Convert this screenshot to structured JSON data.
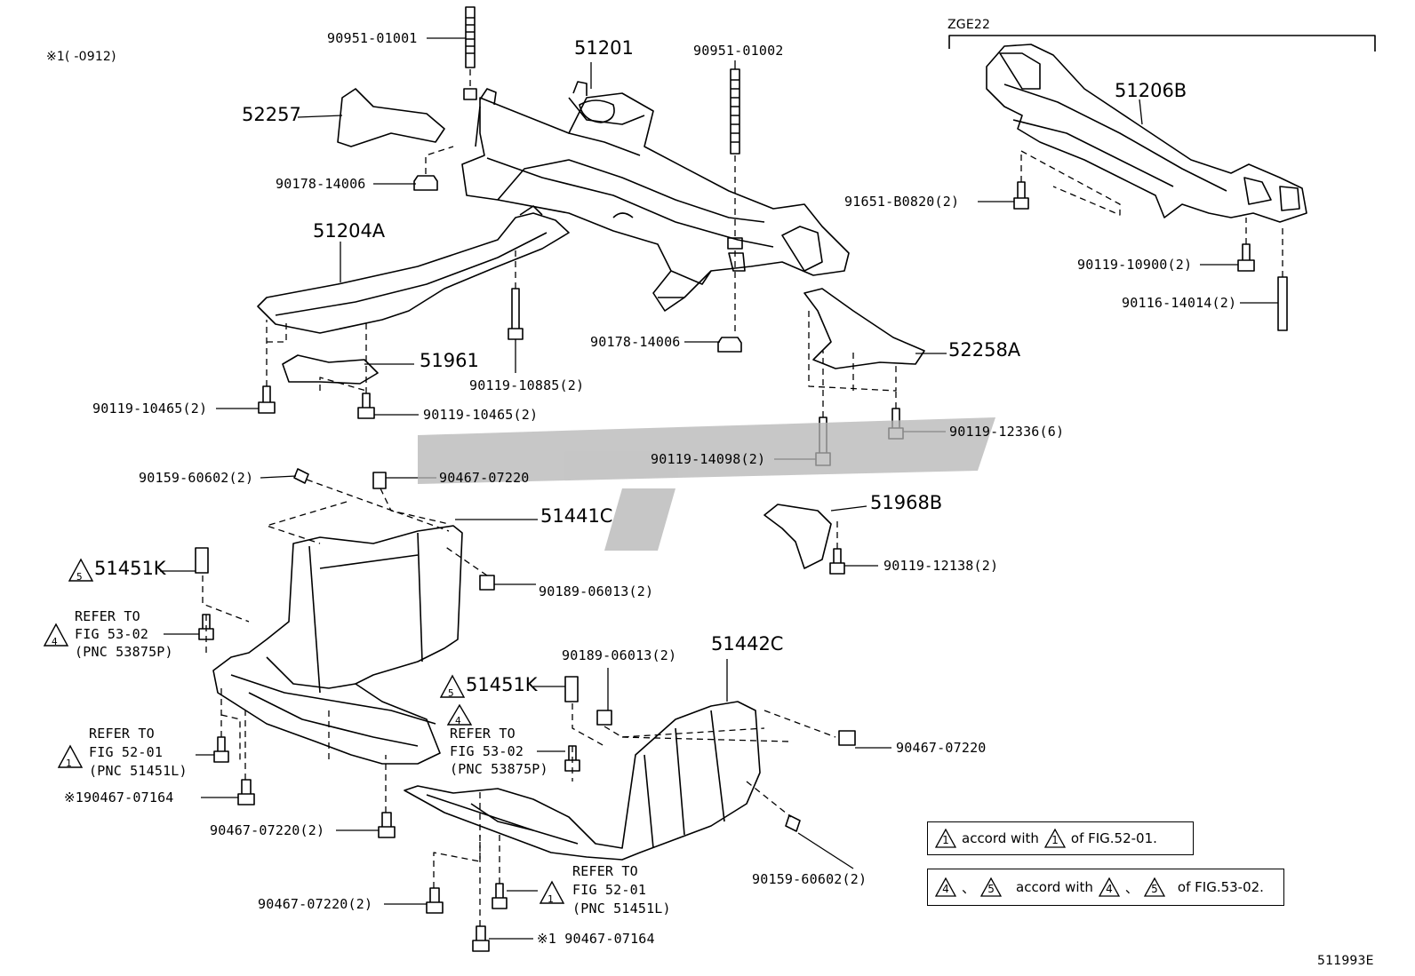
{
  "header": {
    "note_left": "※1(  -0912)",
    "model": "ZGE22",
    "diagram_id": "511993E"
  },
  "watermark": {
    "color": "#b4b4b4"
  },
  "parts": {
    "p51201": "51201",
    "p51206B": "51206B",
    "p52257": "52257",
    "p51204A": "51204A",
    "p51961": "51961",
    "p52258A": "52258A",
    "p51968B": "51968B",
    "p51441C": "51441C",
    "p51442C": "51442C",
    "p51451K_a": "51451K",
    "p51451K_b": "51451K",
    "c90951_01001": "90951-01001",
    "c90951_01002": "90951-01002",
    "c90178_14006_a": "90178-14006",
    "c90178_14006_b": "90178-14006",
    "c91651": "91651-B0820(2)",
    "c90119_10900": "90119-10900(2)",
    "c90116_14014": "90116-14014(2)",
    "c90119_10885": "90119-10885(2)",
    "c90119_10465_a": "90119-10465(2)",
    "c90119_10465_b": "90119-10465(2)",
    "c90119_12336": "90119-12336(6)",
    "c90119_14098": "90119-14098(2)",
    "c90119_12138": "90119-12138(2)",
    "c90159_a": "90159-60602(2)",
    "c90159_b": "90159-60602(2)",
    "c90467_07220_a": "90467-07220",
    "c90467_07220_b": "90467-07220",
    "c90467_07220_2a": "90467-07220(2)",
    "c90467_07220_2b": "90467-07220(2)",
    "c90467_07164_a": "90467-07164",
    "c90467_07164_b": "90467-07164",
    "c90189_a": "90189-06013(2)",
    "c90189_b": "90189-06013(2)"
  },
  "marks": {
    "star1": "※1",
    "t1": "1",
    "t4": "4",
    "t5": "5"
  },
  "refs": {
    "refer_to": "REFER TO",
    "fig_53_02": "FIG 53-02",
    "pnc_53875P": "(PNC 53875P)",
    "fig_52_01": "FIG 52-01",
    "pnc_51451L": "(PNC 51451L)"
  },
  "notes": {
    "accord_with": "accord with",
    "fig_52_01_end": "of FIG.52-01.",
    "fig_53_02_end": "of FIG.53-02.",
    "sep": "、"
  }
}
